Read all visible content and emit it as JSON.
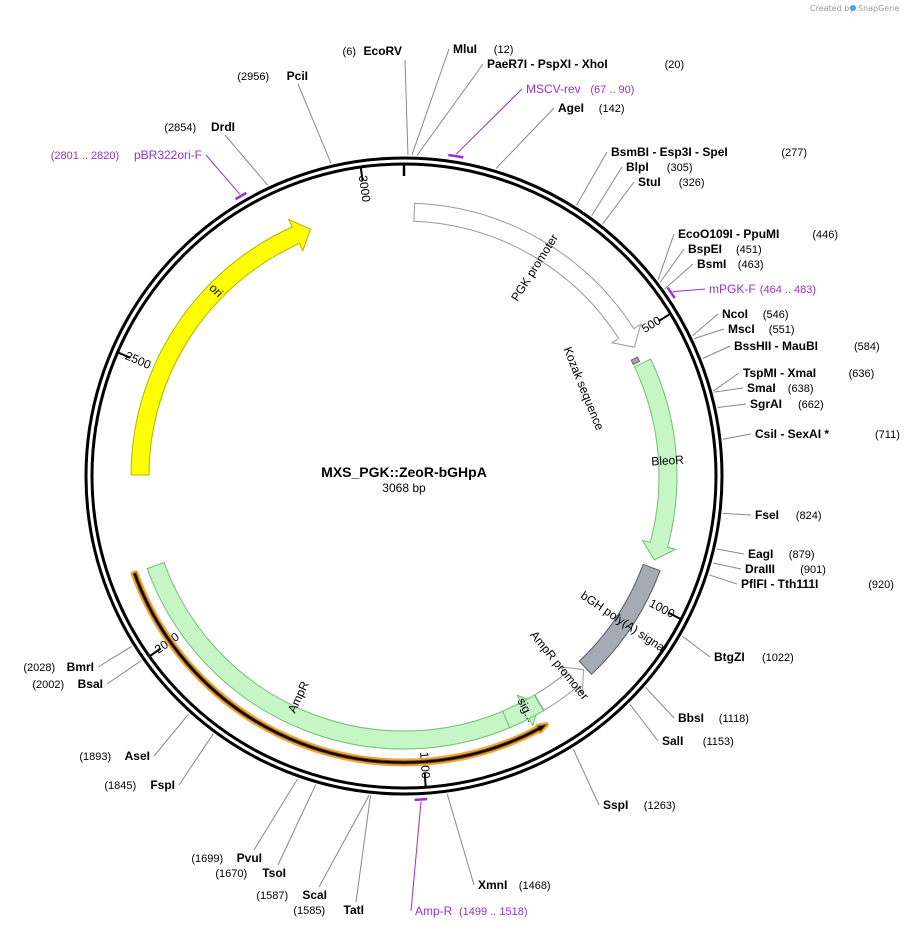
{
  "watermark": {
    "created_by": "Created by",
    "brand": "SnapGene"
  },
  "map": {
    "name": "MXS_PGK::ZeoR-bGHpA",
    "size": 3068,
    "size_label": "3068 bp"
  },
  "ticks": [
    {
      "bp": 500,
      "label": "500"
    },
    {
      "bp": 1000,
      "label": "1000"
    },
    {
      "bp": 1500,
      "label": "1500"
    },
    {
      "bp": 2000,
      "label": "2000"
    },
    {
      "bp": 2500,
      "label": "2500"
    },
    {
      "bp": 3000,
      "label": "3000"
    }
  ],
  "features": [
    {
      "name": "PGK promoter",
      "start": 19,
      "end": 518,
      "direction": "forward",
      "color": "#ffffff",
      "stroke": "#999999"
    },
    {
      "name": "Kozak sequence",
      "start": 537,
      "end": 546,
      "direction": "none",
      "color": "#a6a6a6",
      "stroke": "#666666"
    },
    {
      "name": "BleoR",
      "start": 551,
      "end": 925,
      "direction": "forward",
      "color": "#c6f5c6",
      "stroke": "#6fbf6f"
    },
    {
      "name": "bGH poly(A) signal",
      "start": 940,
      "end": 1164,
      "direction": "none",
      "color": "#a5abb5",
      "stroke": "#555b66"
    },
    {
      "name": "AmpR promoter",
      "start": 1169,
      "end": 1271,
      "direction": "reverse",
      "color": "#ffffff",
      "stroke": "#999999"
    },
    {
      "name": "AmpR",
      "start": 1272,
      "end": 2132,
      "direction": "reverse",
      "color": "#c6f5c6",
      "stroke": "#6fbf6f"
    },
    {
      "name": "sig...",
      "start": 1272,
      "end": 1340,
      "direction": "none",
      "color": "#c6f5c6",
      "stroke": "#6fbf6f"
    },
    {
      "name": "ori",
      "start": 2303,
      "end": 2891,
      "direction": "forward",
      "color": "#ffff00",
      "stroke": "#b3b300"
    }
  ],
  "orf": {
    "start": 1280,
    "end": 2132,
    "direction": "reverse"
  },
  "enzymes": [
    {
      "name": "EcoRV",
      "pos": "(6)",
      "bp": 6,
      "side": "left"
    },
    {
      "name": "MluI",
      "pos": "(12)",
      "bp": 12,
      "side": "right"
    },
    {
      "name": "PaeR7I  - PspXI  - XhoI",
      "pos": "(20)",
      "bp": 20,
      "side": "right"
    },
    {
      "name": "AgeI",
      "pos": "(142)",
      "bp": 142,
      "side": "right"
    },
    {
      "name": "BsmBI  - Esp3I  - SpeI",
      "pos": "(277)",
      "bp": 277,
      "side": "right"
    },
    {
      "name": "BlpI",
      "pos": "(305)",
      "bp": 305,
      "side": "right"
    },
    {
      "name": "StuI",
      "pos": "(326)",
      "bp": 326,
      "side": "right"
    },
    {
      "name": "EcoO109I  - PpuMI",
      "pos": "(446)",
      "bp": 446,
      "side": "right"
    },
    {
      "name": "BspEI",
      "pos": "(451)",
      "bp": 451,
      "side": "right"
    },
    {
      "name": "BsmI",
      "pos": "(463)",
      "bp": 463,
      "side": "right"
    },
    {
      "name": "NcoI",
      "pos": "(546)",
      "bp": 546,
      "side": "right"
    },
    {
      "name": "MscI",
      "pos": "(551)",
      "bp": 551,
      "side": "right"
    },
    {
      "name": "BssHII  - MauBI",
      "pos": "(584)",
      "bp": 584,
      "side": "right"
    },
    {
      "name": "TspMI  - XmaI",
      "pos": "(636)",
      "bp": 636,
      "side": "right"
    },
    {
      "name": "SmaI",
      "pos": "(638)",
      "bp": 638,
      "side": "right"
    },
    {
      "name": "SgrAI",
      "pos": "(662)",
      "bp": 662,
      "side": "right"
    },
    {
      "name": "CsiI  - SexAI *",
      "pos": "(711)",
      "bp": 711,
      "side": "right"
    },
    {
      "name": "FseI",
      "pos": "(824)",
      "bp": 824,
      "side": "right"
    },
    {
      "name": "EagI",
      "pos": "(879)",
      "bp": 879,
      "side": "right"
    },
    {
      "name": "DraIII",
      "pos": "(901)",
      "bp": 901,
      "side": "right"
    },
    {
      "name": "PflFI  - Tth111I",
      "pos": "(920)",
      "bp": 920,
      "side": "right"
    },
    {
      "name": "BtgZI",
      "pos": "(1022)",
      "bp": 1022,
      "side": "right"
    },
    {
      "name": "BbsI",
      "pos": "(1118)",
      "bp": 1118,
      "side": "right"
    },
    {
      "name": "SalI",
      "pos": "(1153)",
      "bp": 1153,
      "side": "right"
    },
    {
      "name": "SspI",
      "pos": "(1263)",
      "bp": 1263,
      "side": "right"
    },
    {
      "name": "XmnI",
      "pos": "(1468)",
      "bp": 1468,
      "side": "right"
    },
    {
      "name": "TatI",
      "pos": "(1585)",
      "bp": 1585,
      "side": "left"
    },
    {
      "name": "ScaI",
      "pos": "(1587)",
      "bp": 1587,
      "side": "left"
    },
    {
      "name": "TsoI",
      "pos": "(1670)",
      "bp": 1670,
      "side": "left"
    },
    {
      "name": "PvuI",
      "pos": "(1699)",
      "bp": 1699,
      "side": "left"
    },
    {
      "name": "FspI",
      "pos": "(1845)",
      "bp": 1845,
      "side": "left"
    },
    {
      "name": "AseI",
      "pos": "(1893)",
      "bp": 1893,
      "side": "left"
    },
    {
      "name": "BsaI",
      "pos": "(2002)",
      "bp": 2002,
      "side": "left"
    },
    {
      "name": "BmrI",
      "pos": "(2028)",
      "bp": 2028,
      "side": "left"
    },
    {
      "name": "DrdI",
      "pos": "(2854)",
      "bp": 2854,
      "side": "left"
    },
    {
      "name": "PciI",
      "pos": "(2956)",
      "bp": 2956,
      "side": "left"
    }
  ],
  "primers": [
    {
      "name": "MSCV-rev",
      "pos": "(67 .. 90)",
      "start": 67,
      "end": 90,
      "side": "right"
    },
    {
      "name": "mPGK-F",
      "pos": "(464 .. 483)",
      "start": 464,
      "end": 483,
      "side": "right"
    },
    {
      "name": "Amp-R",
      "pos": "(1499 .. 1518)",
      "start": 1499,
      "end": 1518,
      "side": "right"
    },
    {
      "name": "pBR322ori-F",
      "pos": "(2801 .. 2820)",
      "start": 2801,
      "end": 2820,
      "side": "left"
    }
  ]
}
